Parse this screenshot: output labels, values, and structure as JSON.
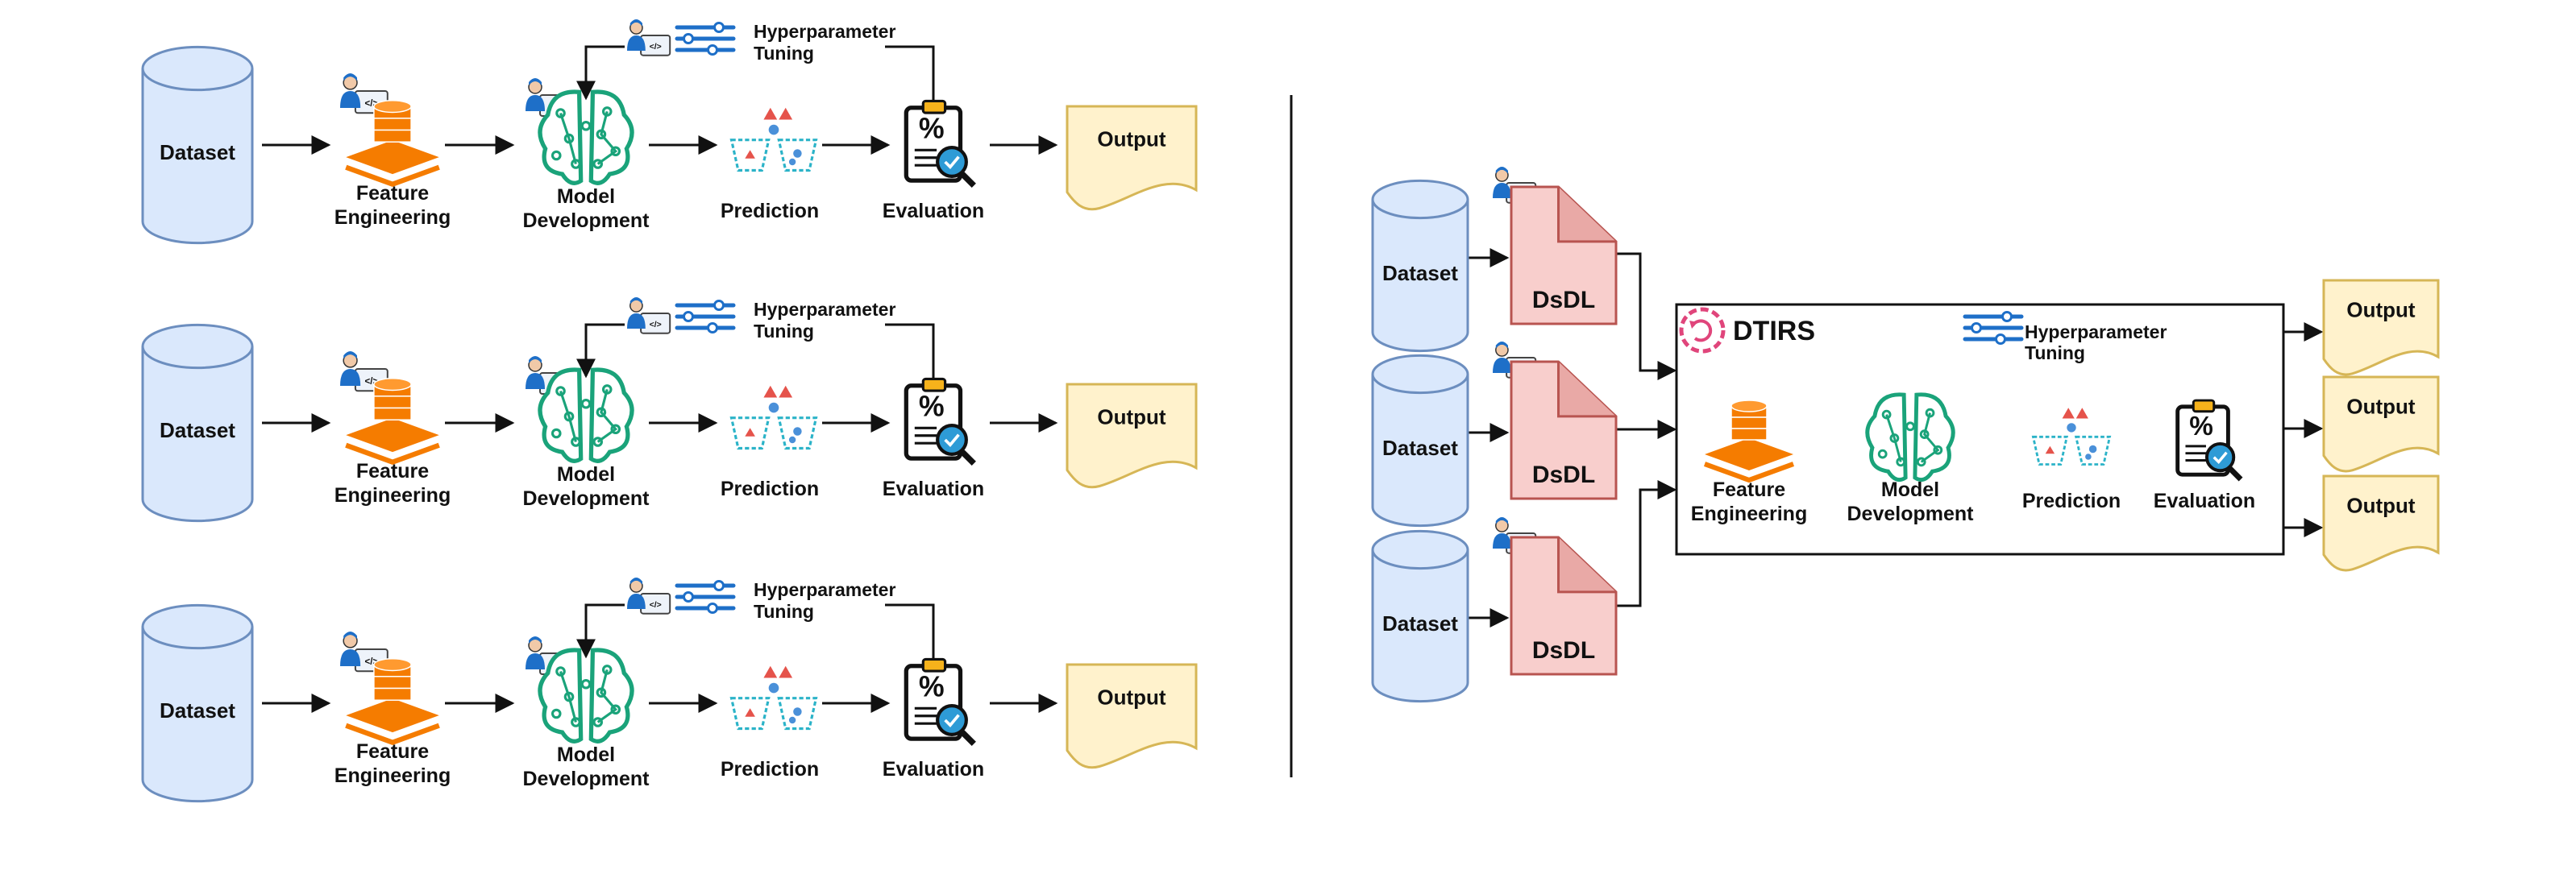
{
  "left_pipelines": [
    {
      "dataset": "Dataset",
      "feature_engineering": [
        "Feature",
        "Engineering"
      ],
      "model_development": [
        "Model",
        "Development"
      ],
      "prediction": "Prediction",
      "evaluation": "Evaluation",
      "hyperparameter": [
        "Hyperparameter",
        "Tuning"
      ],
      "output": "Output"
    },
    {
      "dataset": "Dataset",
      "feature_engineering": [
        "Feature",
        "Engineering"
      ],
      "model_development": [
        "Model",
        "Development"
      ],
      "prediction": "Prediction",
      "evaluation": "Evaluation",
      "hyperparameter": [
        "Hyperparameter",
        "Tuning"
      ],
      "output": "Output"
    },
    {
      "dataset": "Dataset",
      "feature_engineering": [
        "Feature",
        "Engineering"
      ],
      "model_development": [
        "Model",
        "Development"
      ],
      "prediction": "Prediction",
      "evaluation": "Evaluation",
      "hyperparameter": [
        "Hyperparameter",
        "Tuning"
      ],
      "output": "Output"
    }
  ],
  "right": {
    "datasets": [
      "Dataset",
      "Dataset",
      "Dataset"
    ],
    "dsdl": [
      "DsDL",
      "DsDL",
      "DsDL"
    ],
    "box_title": "DTIRS",
    "feature_engineering": [
      "Feature",
      "Engineering"
    ],
    "model_development": [
      "Model",
      "Development"
    ],
    "prediction": "Prediction",
    "evaluation": "Evaluation",
    "hyperparameter": [
      "Hyperparameter",
      "Tuning"
    ],
    "outputs": [
      "Output",
      "Output",
      "Output"
    ]
  },
  "colors": {
    "cylinder_fill": "#dae8fc",
    "cylinder_stroke": "#6c8ebf",
    "output_fill": "#fff2cc",
    "output_stroke": "#d6b656",
    "dsdl_fill": "#f8cecc",
    "dsdl_stroke": "#b85450",
    "orange": "#f57c00",
    "teal": "#1aa37a",
    "blue": "#1e6fc8",
    "dtirs_icon": "#e0457b"
  },
  "icons": [
    "database-icon",
    "feature-engineering-icon",
    "brain-icon",
    "prediction-icon",
    "evaluation-clipboard-icon",
    "magnifier-icon",
    "developer-icon",
    "sliders-icon",
    "refresh-gear-icon",
    "document-icon"
  ]
}
